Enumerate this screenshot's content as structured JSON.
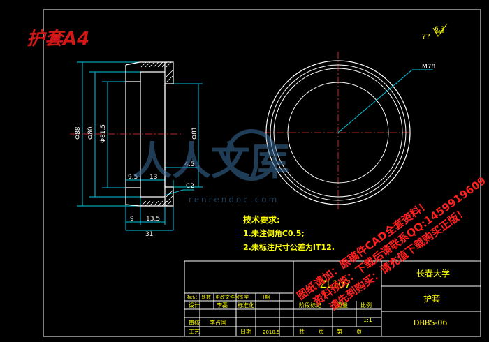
{
  "title_mark": "护套A4",
  "roughness": {
    "prefix": "??",
    "value": "6.3"
  },
  "section_view": {
    "diameters": [
      "Φ88",
      "Φ80",
      "Φ81.5",
      "Φ81"
    ],
    "dims": [
      "4.5",
      "9.5",
      "13",
      "9",
      "13.5",
      "31"
    ],
    "chamfer_label": "C2"
  },
  "end_view": {
    "thread_label": "M78"
  },
  "tech_requirements": {
    "heading": "技术要求:",
    "items": [
      "1.未注倒角C0.5;",
      "2.未标注尺寸公差为IT12."
    ]
  },
  "title_block": {
    "drawing_no_small": "ZL107",
    "university": "长春大学",
    "part_name": "护套",
    "drawing_code": "DBBS-06",
    "scale": "1:1",
    "row_labels": [
      "标记",
      "处数",
      "更改文件号",
      "签字",
      "日期"
    ],
    "design_label": "设计",
    "designer": "李磊",
    "standard_label": "标准化",
    "stage_label": "阶段标记",
    "weight_label": "重量",
    "scale_label": "比例",
    "review_label": "审核",
    "reviewer": "李占国",
    "process_label": "工艺",
    "date_label": "日期",
    "date_value": "2010.5",
    "sheet_total": "共",
    "sheet_unit": "页",
    "sheet_no": "第",
    "sheet_unit2": "页"
  },
  "watermark": {
    "brand": "人人文库",
    "url": "renrendoc.com",
    "notice_lines": [
      "图纸请加：原稿件CAD全套资料！",
      "资料预览：下载后请联系QQ:1459919609",
      "请先到购买：请充值下载购买正版！"
    ]
  }
}
